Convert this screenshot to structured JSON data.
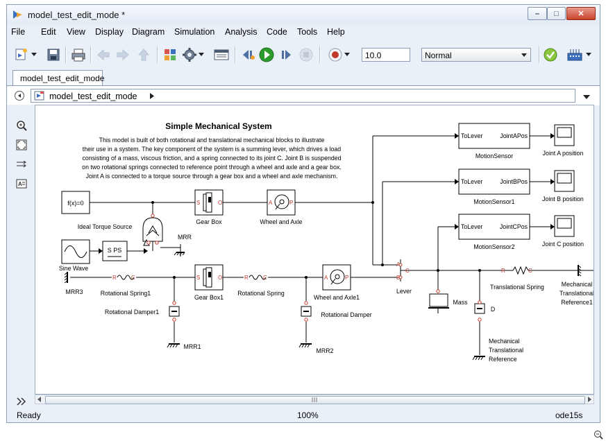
{
  "window": {
    "title": "model_test_edit_mode *"
  },
  "menu": [
    "File",
    "Edit",
    "View",
    "Display",
    "Diagram",
    "Simulation",
    "Analysis",
    "Code",
    "Tools",
    "Help"
  ],
  "toolbar": {
    "stop_time": "10.0",
    "sim_mode": "Normal"
  },
  "tab": {
    "label": "model_test_edit_mode"
  },
  "breadcrumb": {
    "label": "model_test_edit_mode"
  },
  "model": {
    "title": "Simple Mechanical System",
    "description": [
      "This model is built of both rotational and translational mechanical blocks to illustrate",
      "their use in a system. The key component of the system is a summing lever, which drives a load",
      "consisting of a mass, viscous friction, and a spring connected to its joint C. Joint B is  suspended",
      "on two rotational springs connected to reference point through a wheel and axle and a gear box.",
      "Joint A is connected to a torque source through a gear box and a wheel and axle mechanism."
    ],
    "blocks": {
      "fx": "f(x)=0",
      "torque_source": "Ideal Torque Source",
      "gear_box": "Gear Box",
      "wheel_axle": "Wheel and Axle",
      "mrr": "MRR",
      "sine_wave": "Sine Wave",
      "sps": "S PS",
      "mrr3": "MRR3",
      "rot_spring1": "Rotational Spring1",
      "rot_damper1": "Rotational Damper1",
      "gear_box1": "Gear Box1",
      "mrr1": "MRR1",
      "rot_spring": "Rotational Spring",
      "wheel_axle1": "Wheel and Axle1",
      "rot_damper": "Rotational Damper",
      "mrr2": "MRR2",
      "lever": "Lever",
      "mass": "Mass",
      "damper_d": "D",
      "trans_spring": "Translational Spring",
      "mech_ref_line1": "Mechanical",
      "mech_ref_line2": "Translational",
      "mech_ref_line3": "Reference",
      "mech_ref1_line1": "Mechanical",
      "mech_ref1_line2": "Translational",
      "mech_ref1_line3": "Reference1",
      "sensor_in": "ToLever",
      "sensor_a_out": "JointAPos",
      "sensor_b_out": "JointBPos",
      "sensor_c_out": "JointCPos",
      "sensor_a": "MotionSensor",
      "sensor_b": "MotionSensor1",
      "sensor_c": "MotionSensor2",
      "scope_a": "Joint A position",
      "scope_b": "Joint B position",
      "scope_c": "Joint C position",
      "port_s": "S",
      "port_o": "O",
      "port_a": "A",
      "port_p": "P",
      "port_b": "B",
      "port_c": "C",
      "port_r": "R"
    }
  },
  "status": {
    "left": "Ready",
    "zoom": "100%",
    "solver": "ode15s"
  },
  "colors": {
    "port": "#c0392b",
    "accent": "#2f6db5",
    "run": "#2e9b2e"
  }
}
